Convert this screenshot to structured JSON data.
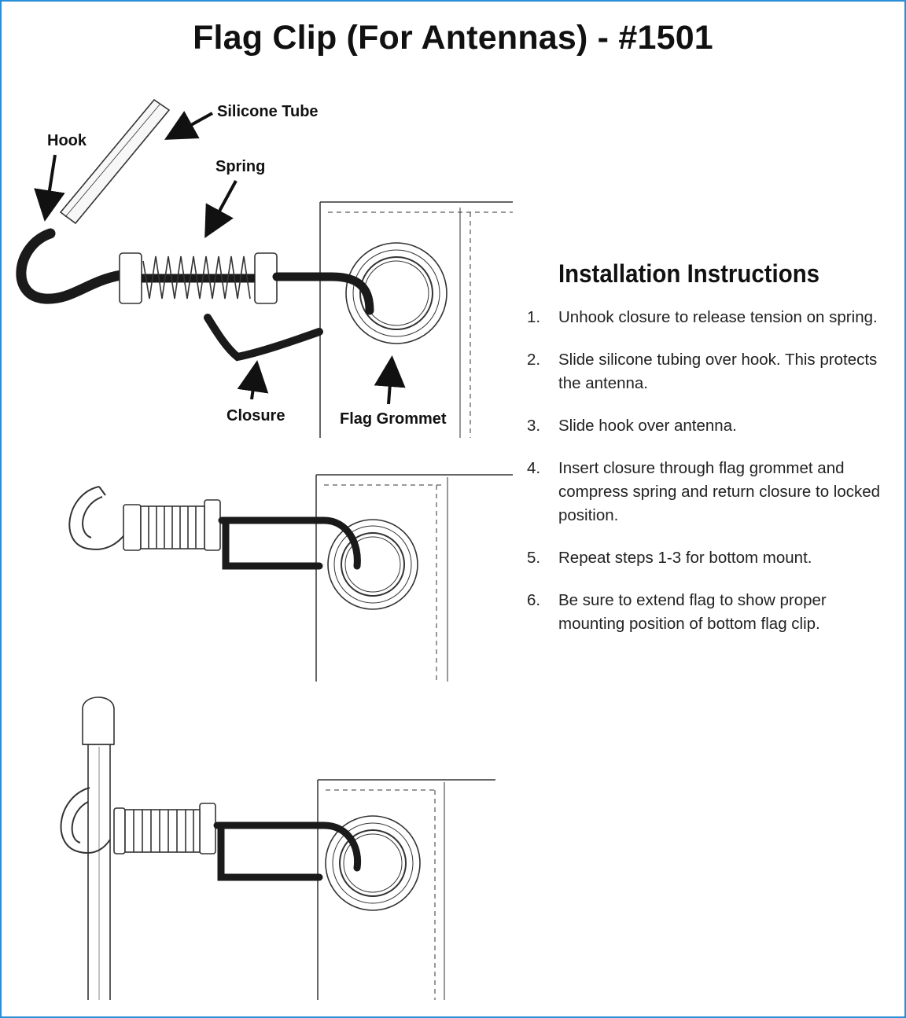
{
  "title": "Flag Clip (For Antennas) - #1501",
  "callouts": {
    "hook": "Hook",
    "silicone_tube": "Silicone Tube",
    "spring": "Spring",
    "closure": "Closure",
    "flag_grommet": "Flag Grommet"
  },
  "instructions": {
    "heading": "Installation Instructions",
    "steps": [
      {
        "num": "1.",
        "text": "Unhook closure to release tension on spring."
      },
      {
        "num": "2.",
        "text": "Slide silicone tubing over hook.  This protects the antenna."
      },
      {
        "num": "3.",
        "text": "Slide hook over antenna."
      },
      {
        "num": "4.",
        "text": "Insert closure through flag grommet and compress spring and return closure to locked position."
      },
      {
        "num": "5.",
        "text": "Repeat steps 1-3 for bottom mount."
      },
      {
        "num": "6.",
        "text": "Be sure to extend flag to show proper mounting position of bottom flag clip."
      }
    ]
  },
  "colors": {
    "border": "#2a8fd6",
    "ink": "#111111"
  }
}
